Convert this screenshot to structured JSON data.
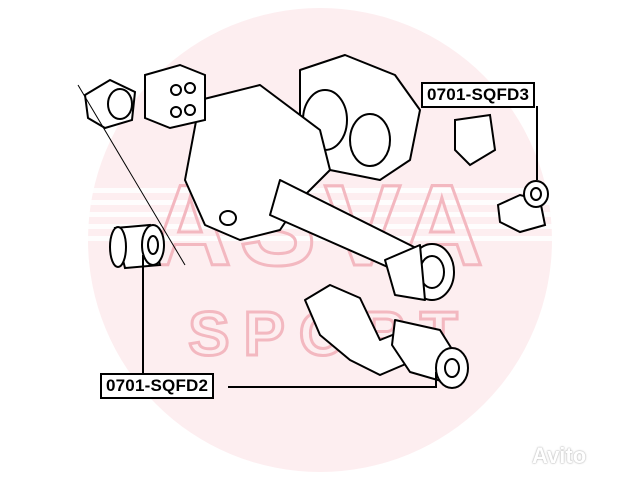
{
  "labels": {
    "part_rear": "0701-SQFD3",
    "part_front": "0701-SQFD2"
  },
  "watermark": {
    "brand_top": "ASVA",
    "brand_bottom": "SPORT",
    "site": "Avito",
    "color": "#f6c9cf"
  }
}
